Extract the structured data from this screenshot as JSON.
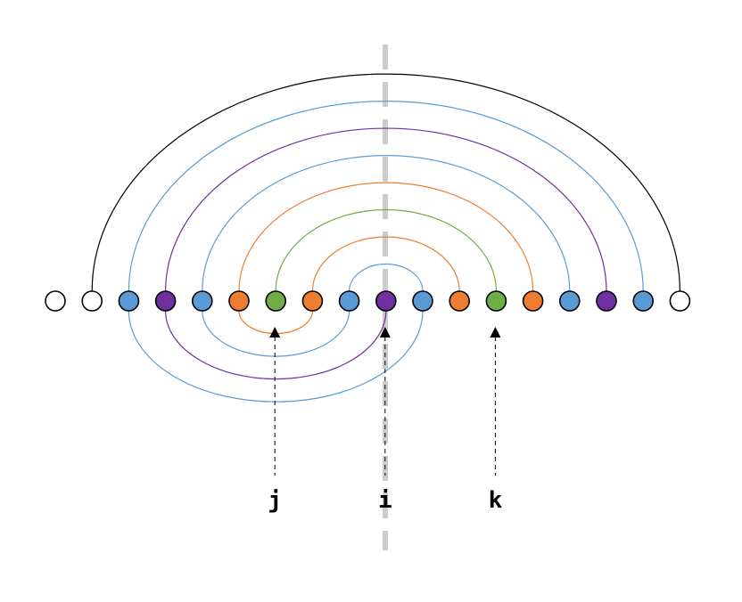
{
  "colors": {
    "white": "#ffffff",
    "blue": "#5b9bd5",
    "purple": "#7030a0",
    "orange": "#ed7d31",
    "green": "#70ad47",
    "black": "#000000",
    "divider": "#cccccc"
  },
  "nodes": [
    "white",
    "white",
    "blue",
    "purple",
    "blue",
    "orange",
    "green",
    "orange",
    "blue",
    "purple",
    "blue",
    "orange",
    "green",
    "orange",
    "blue",
    "purple",
    "blue",
    "white"
  ],
  "arcs_above": [
    {
      "from": 1,
      "to": 17,
      "color": "black"
    },
    {
      "from": 2,
      "to": 16,
      "color": "blue"
    },
    {
      "from": 3,
      "to": 15,
      "color": "purple"
    },
    {
      "from": 4,
      "to": 14,
      "color": "blue"
    },
    {
      "from": 5,
      "to": 13,
      "color": "orange"
    },
    {
      "from": 6,
      "to": 12,
      "color": "green"
    },
    {
      "from": 7,
      "to": 11,
      "color": "orange"
    },
    {
      "from": 8,
      "to": 10,
      "color": "blue"
    }
  ],
  "arcs_below": [
    {
      "from": 2,
      "to": 10,
      "color": "blue"
    },
    {
      "from": 3,
      "to": 9,
      "color": "purple"
    },
    {
      "from": 4,
      "to": 8,
      "color": "blue"
    },
    {
      "from": 5,
      "to": 7,
      "color": "orange"
    }
  ],
  "pointers": [
    {
      "label": "j",
      "node": 6
    },
    {
      "label": "i",
      "node": 9
    },
    {
      "label": "k",
      "node": 12
    }
  ]
}
